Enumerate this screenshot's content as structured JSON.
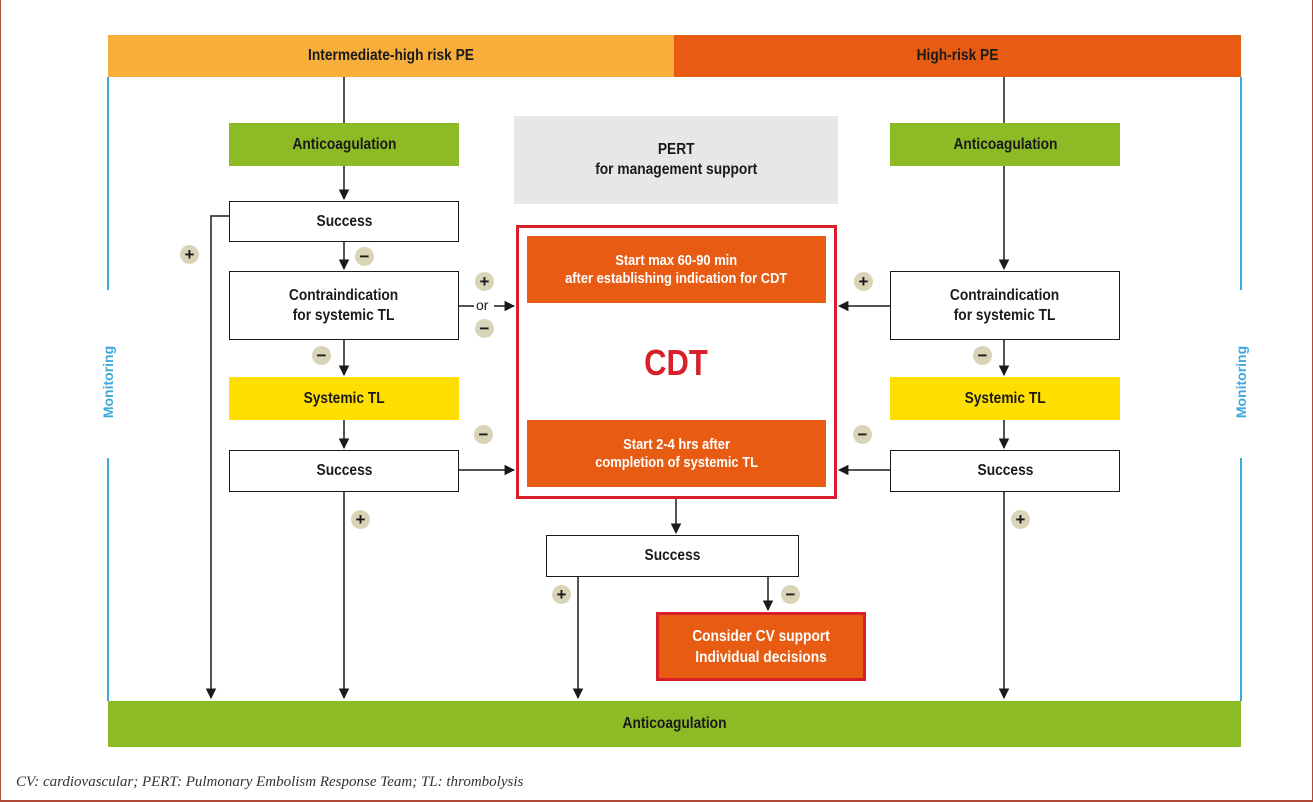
{
  "header": {
    "left_label": "Intermediate-high risk PE",
    "right_label": "High-risk PE",
    "left_color": "#f8ae3b",
    "right_color": "#e75c12"
  },
  "left": {
    "anticoagulation": "Anticoagulation",
    "success_top": "Success",
    "contraindication": "Contraindication\nfor systemic TL",
    "systemic_tl": "Systemic TL",
    "success_bottom": "Success"
  },
  "right": {
    "anticoagulation": "Anticoagulation",
    "contraindication": "Contraindication\nfor systemic TL",
    "systemic_tl": "Systemic TL",
    "success": "Success"
  },
  "center": {
    "pert": "PERT\nfor management support",
    "start_top": "Start max 60-90 min\nafter establishing indication for CDT",
    "cdt": "CDT",
    "start_bottom": "Start  2-4 hrs after\ncompletion of systemic TL",
    "success": "Success",
    "consider": "Consider CV support\nIndividual decisions"
  },
  "side_labels": {
    "left": "Monitoring",
    "right": "Monitoring"
  },
  "connectors": {
    "plus": "+",
    "minus": "−",
    "or": "or"
  },
  "footer": {
    "anticoagulation": "Anticoagulation"
  },
  "caption": "CV: cardiovascular; PERT: Pulmonary Embolism Response Team; TL: thrombolysis",
  "colors": {
    "green": "#8dbb26",
    "yellow": "#ffdf00",
    "orange": "#e75c12",
    "red": "#d9202a",
    "grey": "#e7e7e7",
    "monitoring_blue": "#3ea9dc",
    "sign_fill": "#d9d3b8"
  }
}
